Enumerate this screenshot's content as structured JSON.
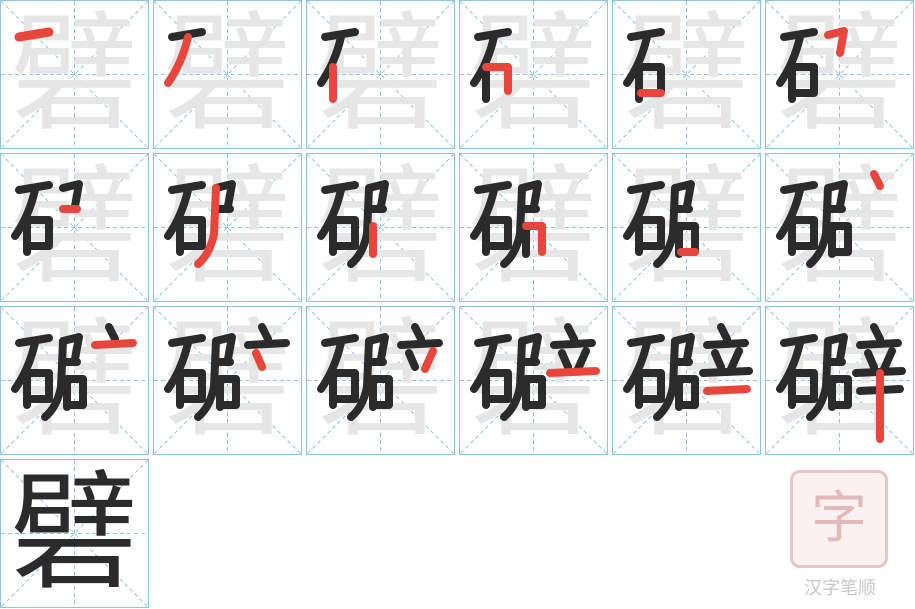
{
  "character": "礕",
  "colors": {
    "grid": "#8fc4df",
    "ghost": "#e6e6e6",
    "ink": "#2b2b2b",
    "current_stroke": "#e8453c",
    "logo": "#e4b9b9"
  },
  "cells": [
    {
      "step": 1
    },
    {
      "step": 2
    },
    {
      "step": 3
    },
    {
      "step": 4
    },
    {
      "step": 5
    },
    {
      "step": 6
    },
    {
      "step": 7
    },
    {
      "step": 8
    },
    {
      "step": 9
    },
    {
      "step": 10
    },
    {
      "step": 11
    },
    {
      "step": 12
    },
    {
      "step": 13
    },
    {
      "step": 14
    },
    {
      "step": 15
    },
    {
      "step": 16
    },
    {
      "step": 17
    },
    {
      "step": 18
    },
    {
      "step": 19
    }
  ],
  "logo": {
    "glyph": "字",
    "caption": "汉字笔顺"
  }
}
